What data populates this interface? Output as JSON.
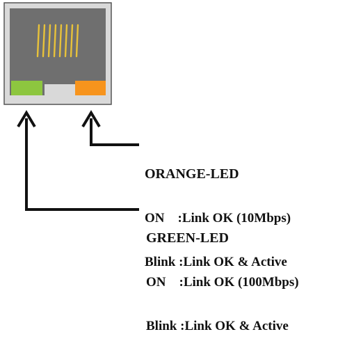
{
  "colors": {
    "jack_outer": "#d9d9d9",
    "jack_inner": "#6f6f6f",
    "pins": "#e8c23a",
    "green_led": "#8dc63f",
    "orange_led": "#f7941d",
    "arrows": "#111111"
  },
  "orange_led": {
    "title": "ORANGE-LED",
    "line1": "ON    :Link OK (10Mbps)",
    "line2": "Blink :Link OK & Active"
  },
  "green_led": {
    "title": "GREEN-LED",
    "line1": "ON    :Link OK (100Mbps)",
    "line2": "Blink :Link OK & Active"
  }
}
